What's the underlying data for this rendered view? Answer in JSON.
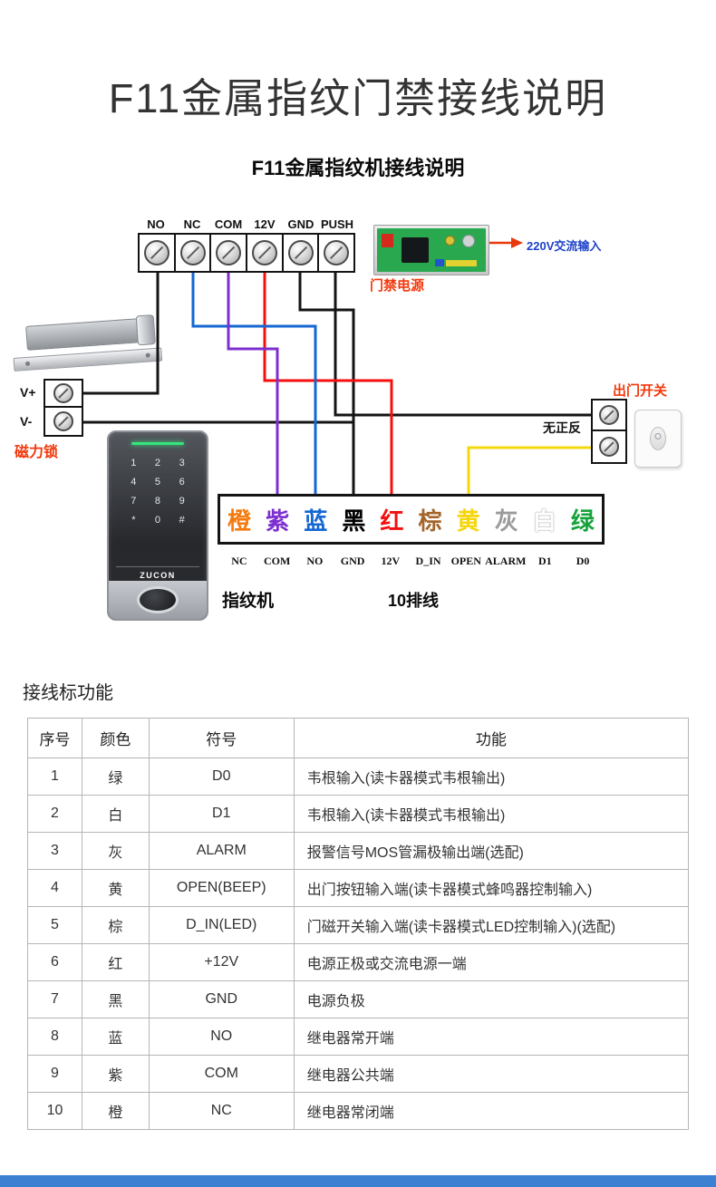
{
  "page": {
    "title": "F11金属指纹门禁接线说明",
    "subtitle": "F11金属指纹机接线说明",
    "section_heading": "接线标功能",
    "accent_blue": "#3c80d2"
  },
  "diagram": {
    "top_terminal": {
      "labels": [
        "NO",
        "NC",
        "COM",
        "12V",
        "GND",
        "PUSH"
      ]
    },
    "power_supply": {
      "label": "门禁电源",
      "label_color": "#f2380c",
      "input_label": "220V交流输入",
      "input_color": "#1d41c8"
    },
    "maglock": {
      "label": "磁力锁",
      "vplus": "V+",
      "vminus": "V-"
    },
    "keypad": {
      "keys": [
        "1",
        "2",
        "3",
        "4",
        "5",
        "6",
        "7",
        "8",
        "9",
        "*",
        "0",
        "#"
      ],
      "brand": "ZUCON"
    },
    "wire_strip": {
      "wires": [
        {
          "char": "橙",
          "color": "#f57a0d"
        },
        {
          "char": "紫",
          "color": "#7d2fd0"
        },
        {
          "char": "蓝",
          "color": "#1467d2"
        },
        {
          "char": "黑",
          "color": "#000000"
        },
        {
          "char": "红",
          "color": "#f50f0f"
        },
        {
          "char": "棕",
          "color": "#a3662a"
        },
        {
          "char": "黄",
          "color": "#f5d60a"
        },
        {
          "char": "灰",
          "color": "#9b9b9b"
        },
        {
          "char": "白",
          "color": "#ffffff"
        },
        {
          "char": "绿",
          "color": "#17a33c"
        }
      ]
    },
    "pin_labels": [
      "NC",
      "COM",
      "NO",
      "GND",
      "12V",
      "D_IN",
      "OPEN",
      "ALARM",
      "D1",
      "D0"
    ],
    "machine_label": "指纹机",
    "cable_label": "10排线",
    "exit_switch": {
      "label": "出门开关",
      "note": "无正反",
      "label_color": "#f2380c"
    }
  },
  "table": {
    "headers": [
      "序号",
      "颜色",
      "符号",
      "功能"
    ],
    "rows": [
      [
        "1",
        "绿",
        "D0",
        "韦根输入(读卡器模式韦根输出)"
      ],
      [
        "2",
        "白",
        "D1",
        "韦根输入(读卡器模式韦根输出)"
      ],
      [
        "3",
        "灰",
        "ALARM",
        "报警信号MOS管漏极输出端(选配)"
      ],
      [
        "4",
        "黄",
        "OPEN(BEEP)",
        "出门按钮输入端(读卡器模式蜂鸣器控制输入)"
      ],
      [
        "5",
        "棕",
        "D_IN(LED)",
        "门磁开关输入端(读卡器模式LED控制输入)(选配)"
      ],
      [
        "6",
        "红",
        "+12V",
        "电源正极或交流电源一端"
      ],
      [
        "7",
        "黑",
        "GND",
        "电源负极"
      ],
      [
        "8",
        "蓝",
        "NO",
        "继电器常开端"
      ],
      [
        "9",
        "紫",
        "COM",
        "继电器公共端"
      ],
      [
        "10",
        "橙",
        "NC",
        "继电器常闭端"
      ]
    ]
  }
}
